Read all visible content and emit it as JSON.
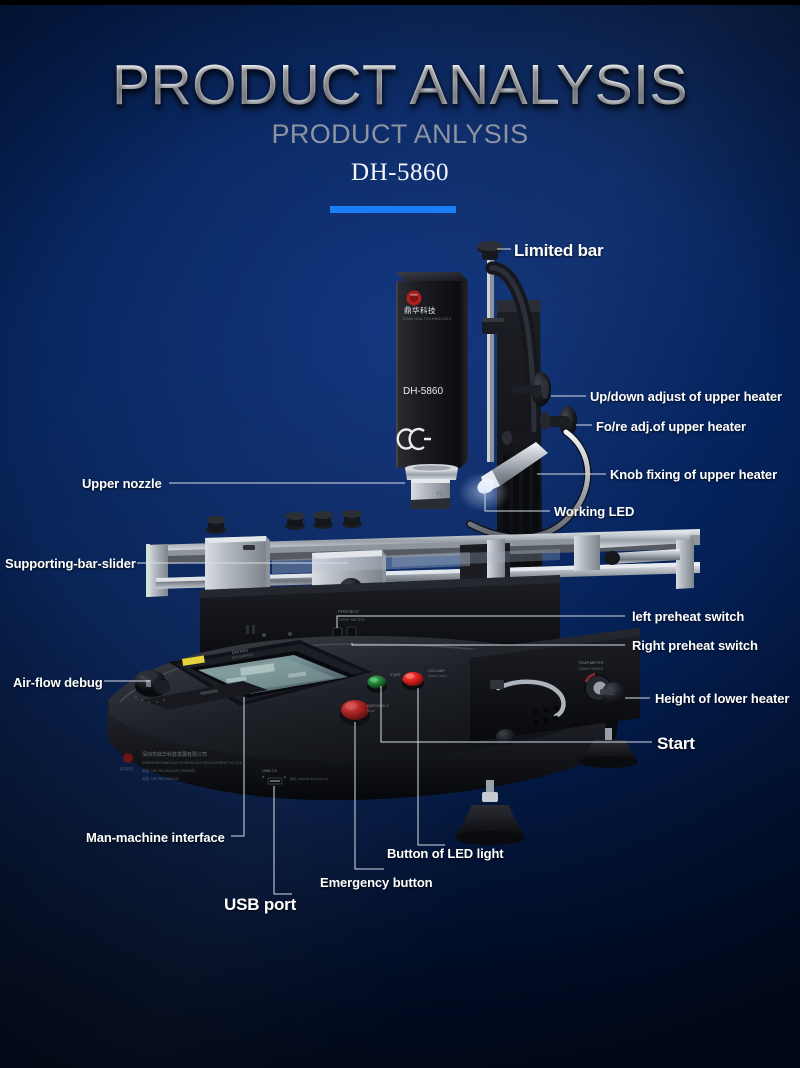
{
  "header": {
    "title": "PRODUCT ANALYSIS",
    "subtitle": "PRODUCT ANLYSIS",
    "model": "DH-5860",
    "accent_color": "#1a7ff5"
  },
  "machine": {
    "head_model_text": "DH-5860",
    "head_brand_cn": "鼎华科技",
    "head_brand_en": "DING HUA TECHNOLOGY",
    "ce_mark": "CE",
    "usb_label": "USB 2.0",
    "company_line_cn": "深圳市鼎华科技发展有限公司",
    "company_line_en": "SHENZHEN DINGHUA TECHNOLOGY DEVELOPMENT CO.,LTD",
    "company_tel": "电话: +86-755-29091122  29091433",
    "company_fax": "传真: +86-755-29091122"
  },
  "callouts": [
    {
      "id": "limited-bar",
      "label": "Limited bar"
    },
    {
      "id": "updown-adjust",
      "label": "Up/down adjust of upper heater"
    },
    {
      "id": "fore-adjust",
      "label": "Fo/re adj.of upper heater"
    },
    {
      "id": "knob-fixing",
      "label": "Knob fixing of upper heater"
    },
    {
      "id": "working-led",
      "label": "Working LED"
    },
    {
      "id": "upper-nozzle",
      "label": "Upper nozzle"
    },
    {
      "id": "supporting-bar-slider",
      "label": "Supporting-bar-slider"
    },
    {
      "id": "left-preheat-switch",
      "label": "left preheat switch"
    },
    {
      "id": "right-preheat-switch",
      "label": "Right preheat switch"
    },
    {
      "id": "height-lower-heater",
      "label": "Height of lower heater"
    },
    {
      "id": "start",
      "label": "Start"
    },
    {
      "id": "air-flow-debug",
      "label": "Air-flow debug"
    },
    {
      "id": "man-machine-interface",
      "label": "Man-machine interface"
    },
    {
      "id": "usb-port",
      "label": "USB port"
    },
    {
      "id": "emergency-button",
      "label": "Emergency button"
    },
    {
      "id": "button-of-led-light",
      "label": "Button of LED light"
    }
  ],
  "colors": {
    "background_dark": "#001239",
    "background_mid": "#0b2f7a",
    "label_text": "#ffffff",
    "leader_line": "#d7dce6",
    "emergency_red": "#8c1b1b",
    "led_button_red": "#d01b1b",
    "start_green": "#1f6b2a"
  }
}
